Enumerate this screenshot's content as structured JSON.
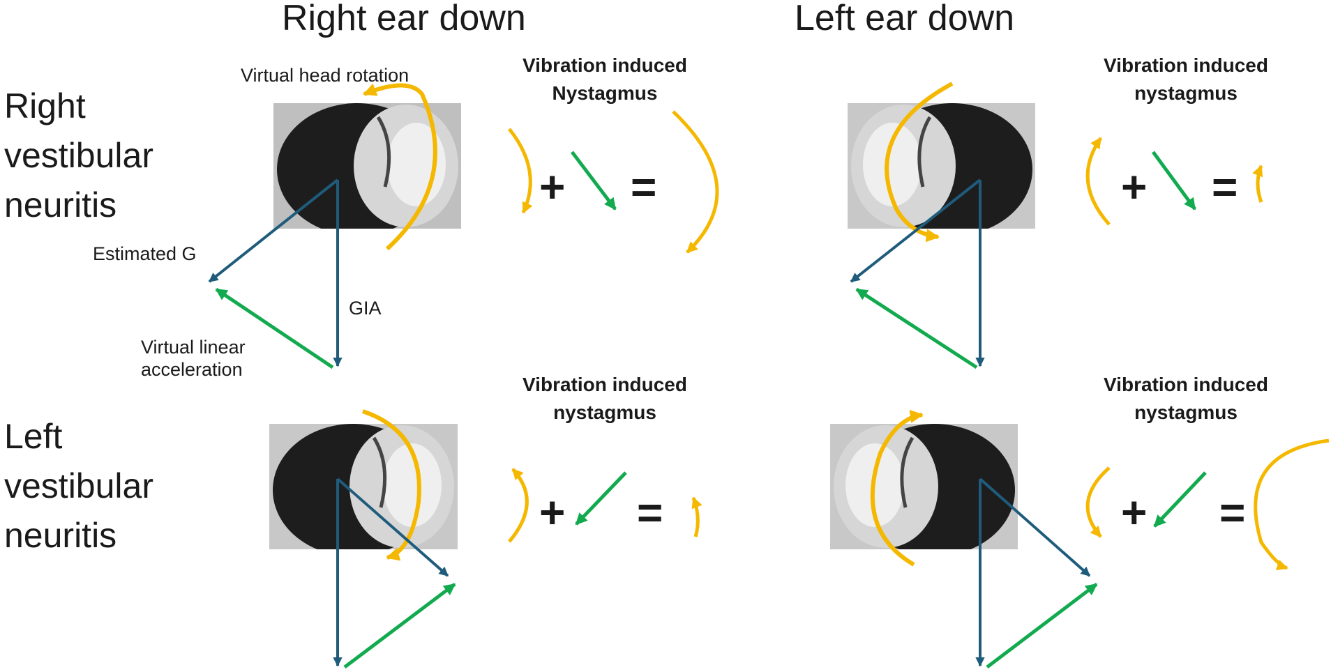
{
  "column_titles": {
    "right_ear_down": "Right ear down",
    "left_ear_down": "Left ear down"
  },
  "row_titles": {
    "right": [
      "Right",
      "vestibular",
      "neuritis"
    ],
    "left": [
      "Left",
      "vestibular",
      "neuritis"
    ]
  },
  "annotations": {
    "virtual_head_rotation": "Virtual head rotation",
    "estimated_g": "Estimated G",
    "gia": "GIA",
    "virtual_linear_1": "Virtual linear",
    "virtual_linear_2": "acceleration"
  },
  "vin_labels": {
    "p1": [
      "Vibration induced",
      "Nystagmus"
    ],
    "p2": [
      "Vibration induced",
      "nystagmus"
    ],
    "p3": [
      "Vibration induced",
      "nystagmus"
    ],
    "p4": [
      "Vibration induced",
      "nystagmus"
    ]
  },
  "symbols": {
    "plus": "+",
    "equals": "="
  },
  "colors": {
    "rotation": "#F5B800",
    "gravity": "#1F5C7C",
    "linear": "#12AA4E"
  }
}
